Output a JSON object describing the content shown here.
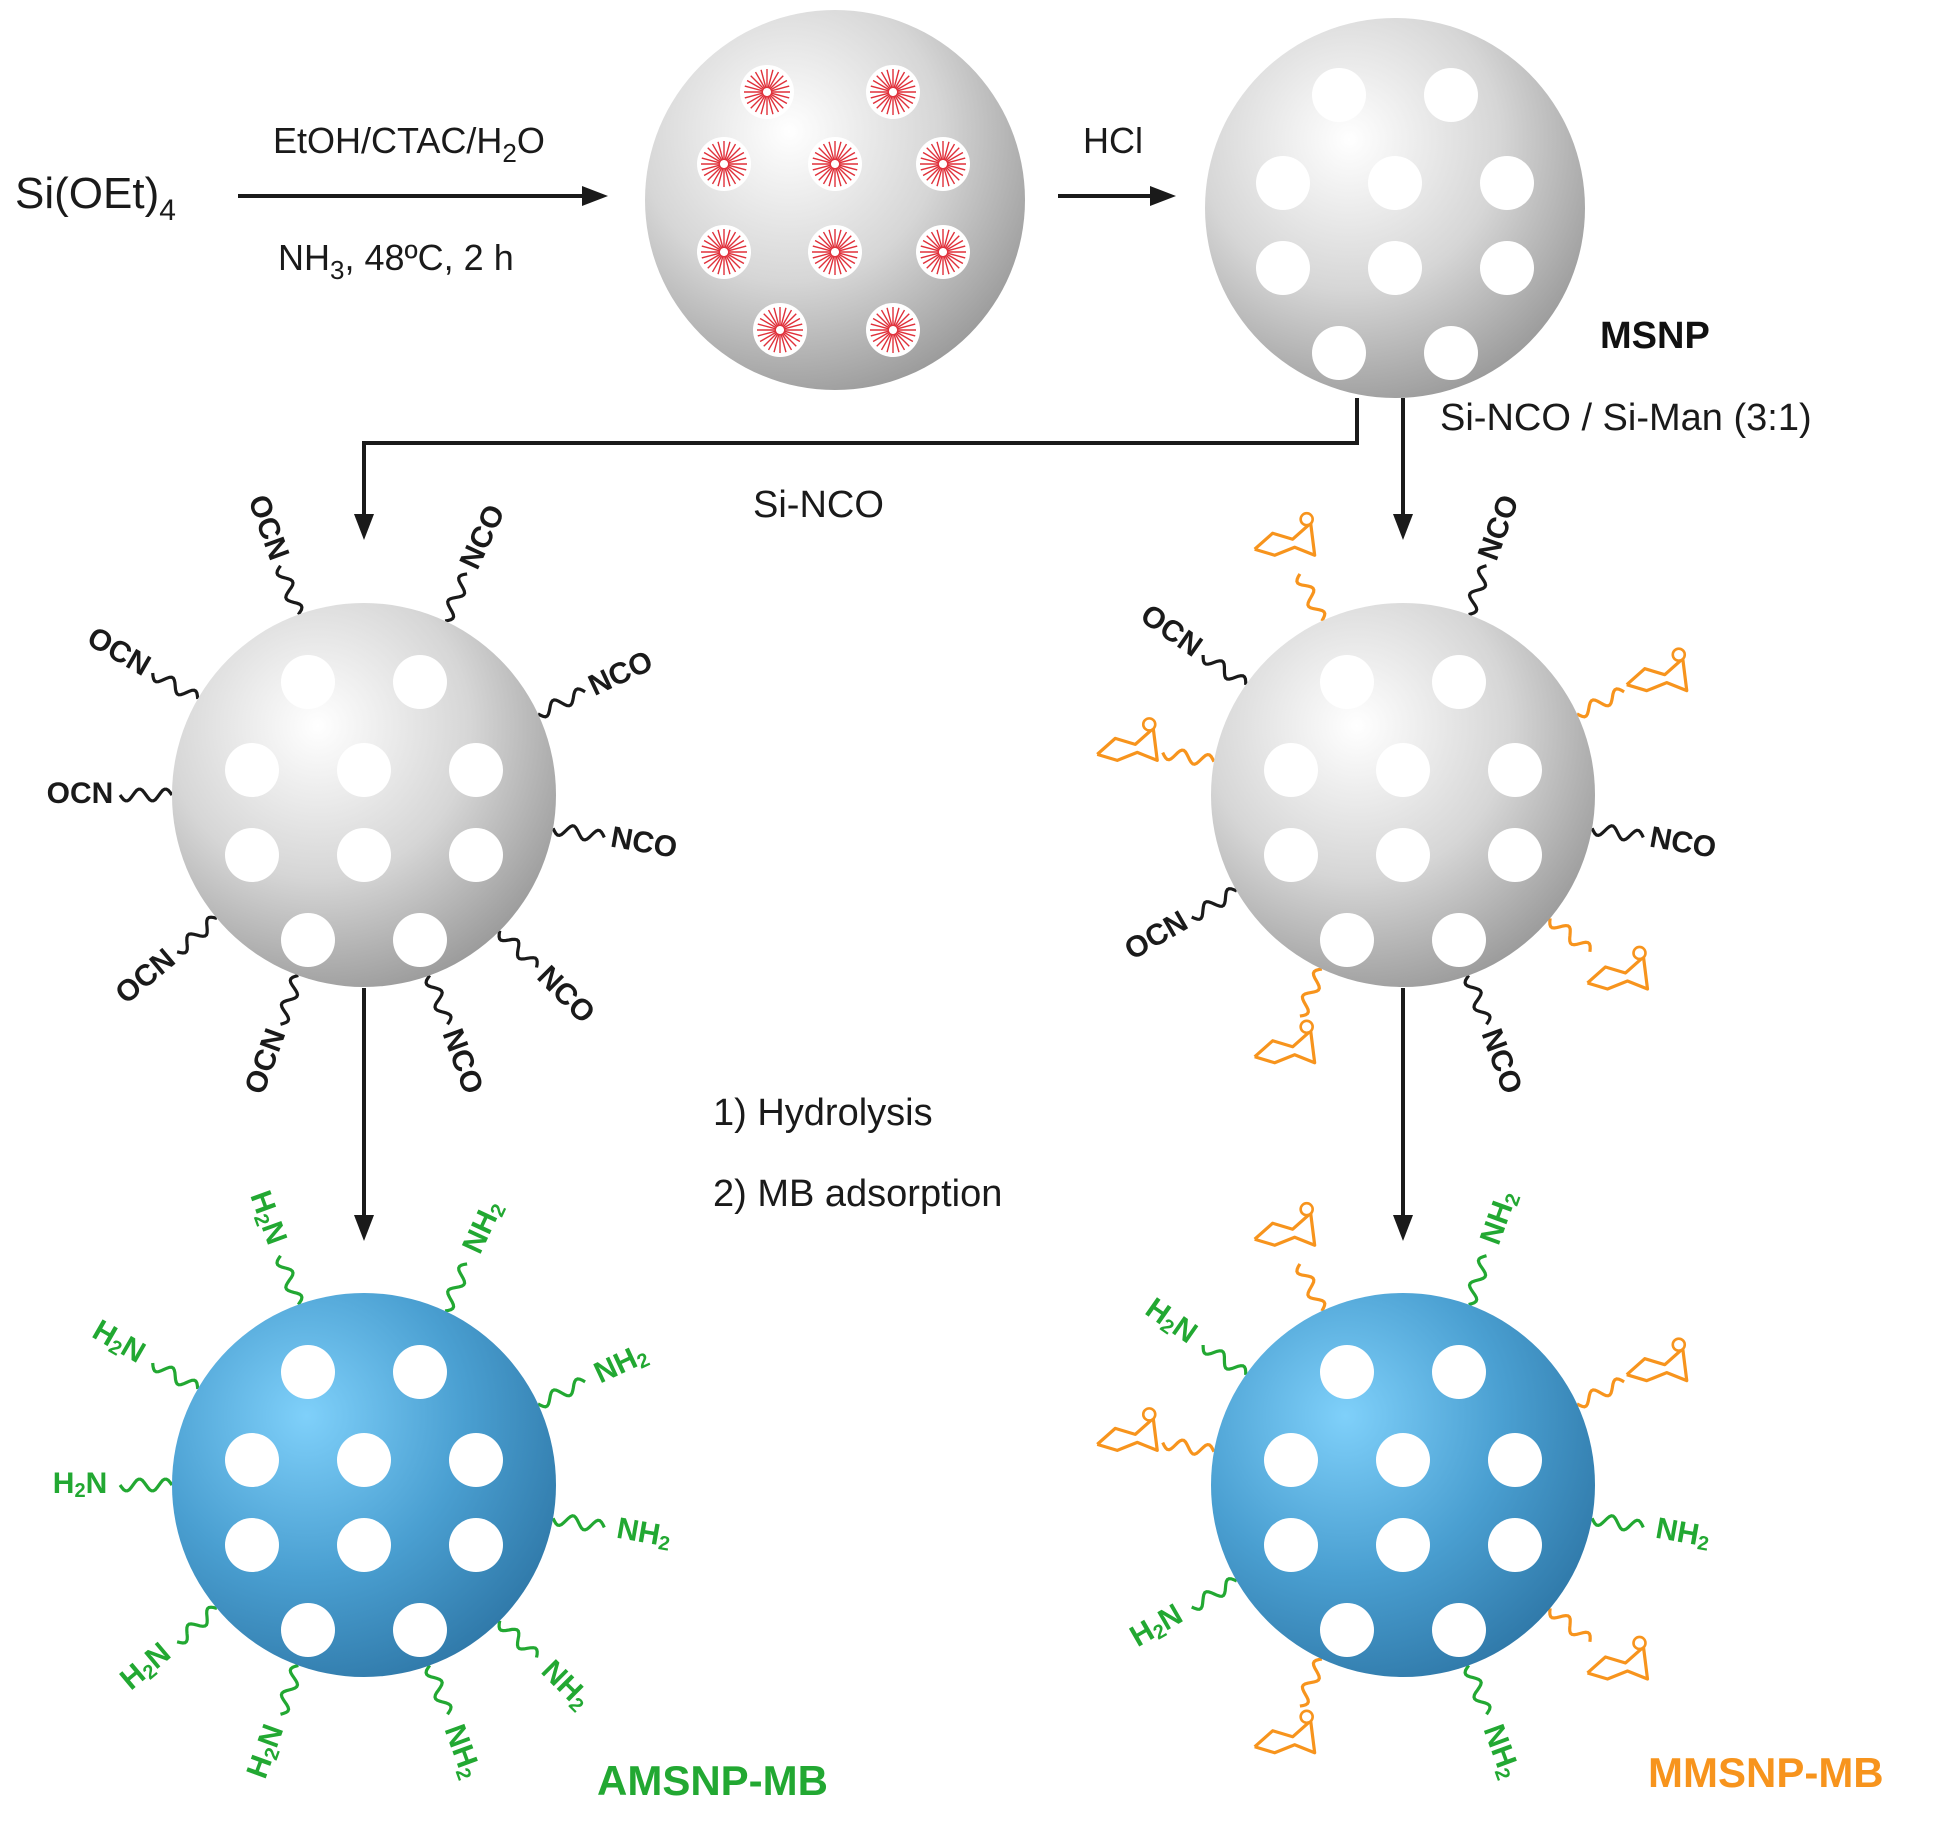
{
  "reactant": {
    "text": "Si(OEt)",
    "sub": "4"
  },
  "step1": {
    "top": {
      "a": "EtOH/CTAC/H",
      "sub": "2",
      "b": "O"
    },
    "bottom": {
      "a": "NH",
      "sub": "3",
      "b": ", 48ºC, 2 h"
    }
  },
  "step2": {
    "label": "HCl"
  },
  "msnp_label": "MSNP",
  "branch_left": {
    "label": "Si-NCO"
  },
  "branch_right": {
    "label": "Si-NCO / Si-Man (3:1)"
  },
  "step3": {
    "line1": "1) Hydrolysis",
    "line2": "2) MB adsorption"
  },
  "groups": {
    "nco_left": "NCO",
    "nco_right": "OCN",
    "amine_left": "H",
    "amine_left_sub": "2",
    "amine_left_tail": "N",
    "amine_right": "NH",
    "amine_right_sub": "2"
  },
  "products": {
    "amsnp": {
      "label": "AMSNP-MB",
      "color": "#22a832"
    },
    "mmsnp": {
      "label": "MMSNP-MB",
      "color": "#f7941d"
    }
  },
  "colors": {
    "silica": "#d2d2d2",
    "mb_blue": "#4a9fd1",
    "surfactant": "#e0303a",
    "amine": "#22a832",
    "mannose": "#f7941d",
    "linker": "#1a1a1a"
  }
}
